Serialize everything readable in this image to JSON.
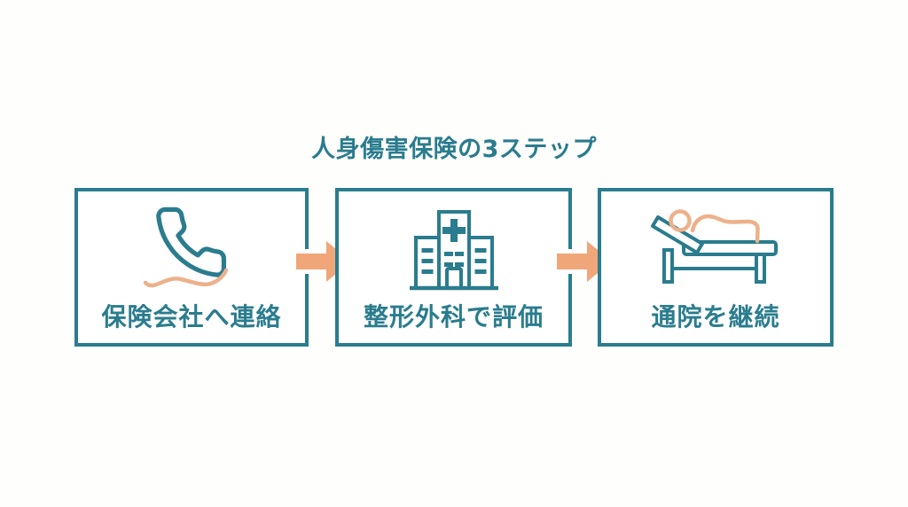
{
  "title": "人身傷害保険の3ステップ",
  "steps": [
    {
      "label": "保険会社へ連絡",
      "icon": "phone-icon"
    },
    {
      "label": "整形外科で評価",
      "icon": "hospital-icon"
    },
    {
      "label": "通院を継続",
      "icon": "bed-icon"
    }
  ],
  "connectors": [
    {
      "icon": "arrow-right-icon"
    },
    {
      "icon": "arrow-right-icon"
    }
  ],
  "colors": {
    "teal": "#2A7C8E",
    "orange": "#F0A678",
    "orange_light": "#EDB18A",
    "background": "#FEFEFD"
  }
}
